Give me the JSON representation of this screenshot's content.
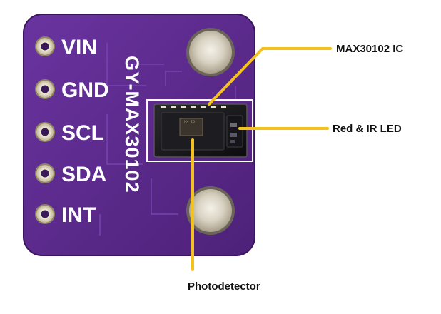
{
  "board": {
    "silkscreen_model": "GY-MAX30102",
    "color": "#5b2a8c",
    "pins": [
      {
        "label": "VIN"
      },
      {
        "label": "GND"
      },
      {
        "label": "SCL"
      },
      {
        "label": "SDA"
      },
      {
        "label": "INT"
      }
    ]
  },
  "callouts": {
    "ic_label": "MAX30102 IC",
    "led_label": "Red & IR LED",
    "photodetector_label": "Photodetector",
    "line_color": "#f5c21a"
  }
}
